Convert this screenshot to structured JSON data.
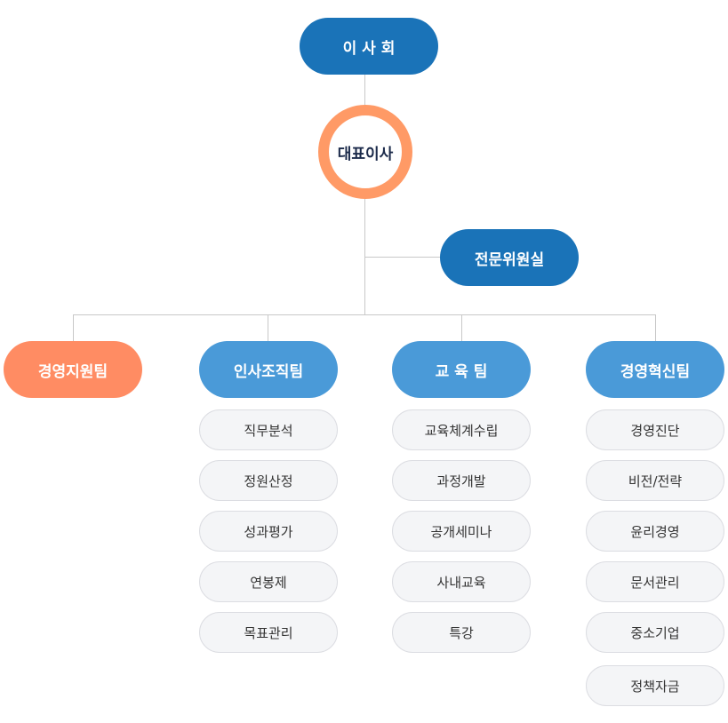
{
  "board": "이 사 회",
  "ceo": "대표이사",
  "expert": "전문위원실",
  "teams": [
    {
      "name": "경영지원팀",
      "color": "#ff8c63",
      "subs": []
    },
    {
      "name": "인사조직팀",
      "color": "#4a9ad8",
      "subs": [
        "직무분석",
        "정원산정",
        "성과평가",
        "연봉제",
        "목표관리"
      ]
    },
    {
      "name": "교 육 팀",
      "color": "#4a9ad8",
      "subs": [
        "교육체계수립",
        "과정개발",
        "공개세미나",
        "사내교육",
        "특강"
      ]
    },
    {
      "name": "경영혁신팀",
      "color": "#4a9ad8",
      "subs": [
        "경영진단",
        "비전/전략",
        "윤리경영",
        "문서관리",
        "중소기업",
        "정책자금"
      ]
    }
  ],
  "colors": {
    "primary": "#1a73b8",
    "accent": "#ff8c63",
    "ring": "#ff9a66",
    "team": "#4a9ad8"
  }
}
